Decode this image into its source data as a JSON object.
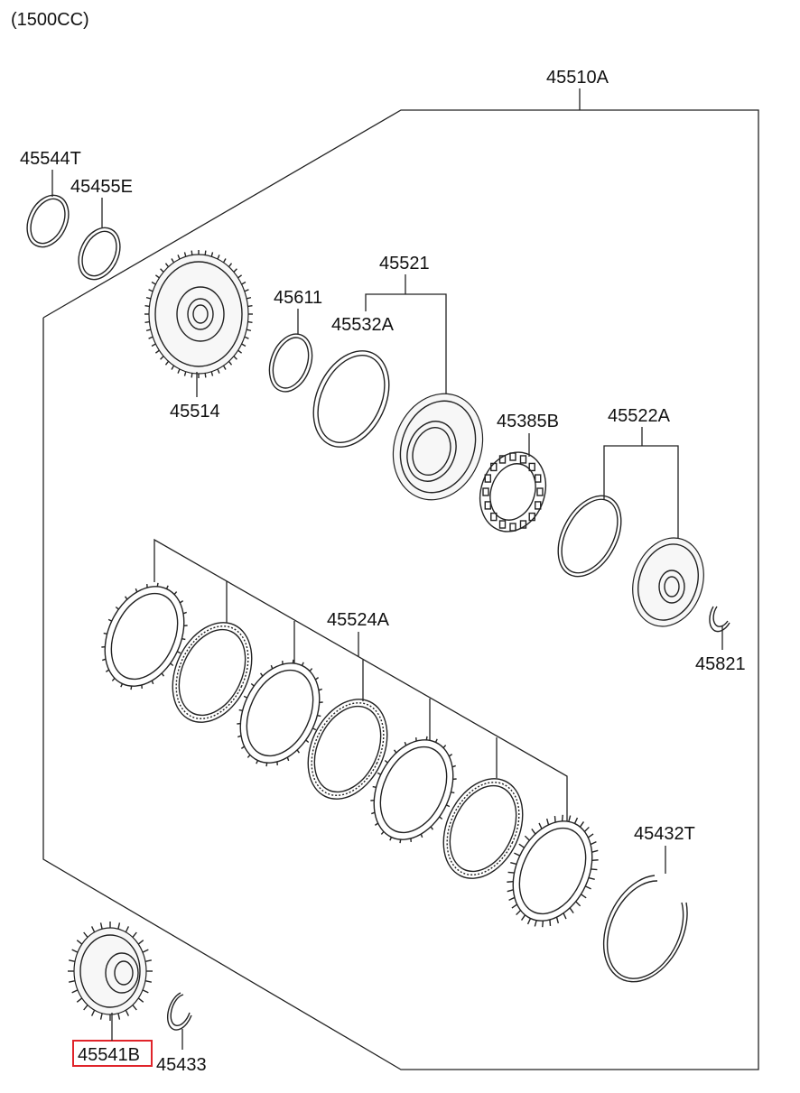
{
  "header": {
    "engine_note": "(1500CC)"
  },
  "highlight_color": "#e0242a",
  "parts": {
    "assembly": "45510A",
    "p45544T": "45544T",
    "p45455E": "45455E",
    "p45514": "45514",
    "p45611": "45611",
    "p45521": "45521",
    "p45532A": "45532A",
    "p45385B": "45385B",
    "p45522A": "45522A",
    "p45821": "45821",
    "p45524A": "45524A",
    "p45432T": "45432T",
    "p45541B": "45541B",
    "p45433": "45433"
  },
  "highlighted_part": "45541B"
}
